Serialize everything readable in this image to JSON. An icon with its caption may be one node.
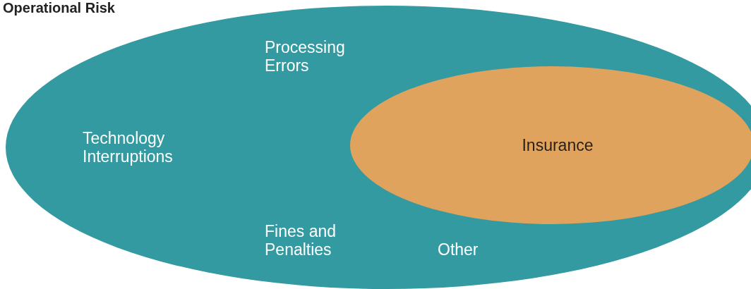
{
  "diagram": {
    "title": "Operational Risk",
    "nodes": [
      {
        "text": [
          "Processing Errors",
          "Technology Interruptions",
          "Fines and Penalties",
          "Other"
        ]
      },
      {
        "text": [
          "Insurance"
        ],
        "in": 0
      }
    ]
  }
}
